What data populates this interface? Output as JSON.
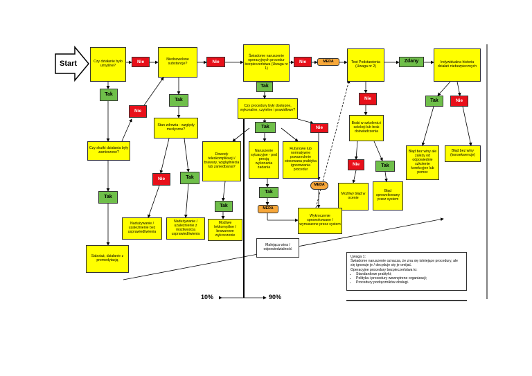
{
  "start": "Start",
  "nodes": {
    "czy_dzialanie": "Czy działanie było umyślne?",
    "niedozwolone": "Niedozwolone substancje?",
    "swiadome": "Świadome naruszenie operacyjnych procedur bezpieczeństwa (Uwaga nr 1)",
    "test": "Test Podstawienia (Uwaga nr 2)",
    "indywidualna": "Indywidualna historia działań niebezpiecznych",
    "czy_procedury": "Czy procedury były dostępne, wykonalne, czytelne i prawidłowe?",
    "czy_skutki": "Czy skutki działania były zamierzone?",
    "stan_zdrowia": "Stan zdrowia - względy medyczne?",
    "braki": "Braki w szkoleniu i selekcji lub brak doświadczenia",
    "dowody": "Dowody teleskomplikacji / brawury, wyglądniecia lub zaniedbania?",
    "naruszenie_sytuacyjne": "Naruszenie sytuacyjne - pod presją wykonania zadania",
    "rutynowe": "Rutynowe lub normatywne powszechnie stosowana praktyka ignorowania procedur",
    "blad_bez_winy_korekcyjne": "Błąd bez winy ale zależy od odpowiednie szkolenie korekcyjne lub pomoc",
    "blad_bez_winy_konsekwencje": "Błąd bez winy (konsekwencje)",
    "mozliwy_blad": "Możliwy błąd w ocenie",
    "blad_sprowokowany": "Błąd sprowokowany przez system",
    "naduzywanie_bez": "Nadużywanie / uzależnienie bez usprawiedliwienia",
    "naduzywanie_z": "Nadużywanie / uzależnienie z możliwością usprawiedliwienia",
    "mozliwe_lekkomyslne": "Możliwe lekkomyślne / brawurowe wykroczenie",
    "wykroczenie": "Wykroczenie sprowokowane / wymuszone przez system",
    "sabotaz": "Sabotaż, działanie z premedytacją",
    "malejaca": "Malejąca wina / odpowiedzialność"
  },
  "labels": {
    "nie": "Nie",
    "tak": "Tak",
    "meda": "MEDA",
    "zdany": "Zdany"
  },
  "note": {
    "title": "Uwaga 1:",
    "line1": "Świadome naruszenie oznacza, że zna się istniejące procedury, ale się ignoruje je / decyduje się je omijać.",
    "line2": "Operacyjne procedury bezpieczeństwa to:",
    "items": [
      "Standardowe praktyki;",
      "Polityka i procedury wewnętrzne organizacji;",
      "Procedury podręczników obsługi."
    ]
  },
  "scale": {
    "left": "10%",
    "right": "90%"
  },
  "colors": {
    "yellow": "#ffff00",
    "red": "#e8101a",
    "green": "#6fbf4a",
    "orange": "#f7a73a"
  }
}
